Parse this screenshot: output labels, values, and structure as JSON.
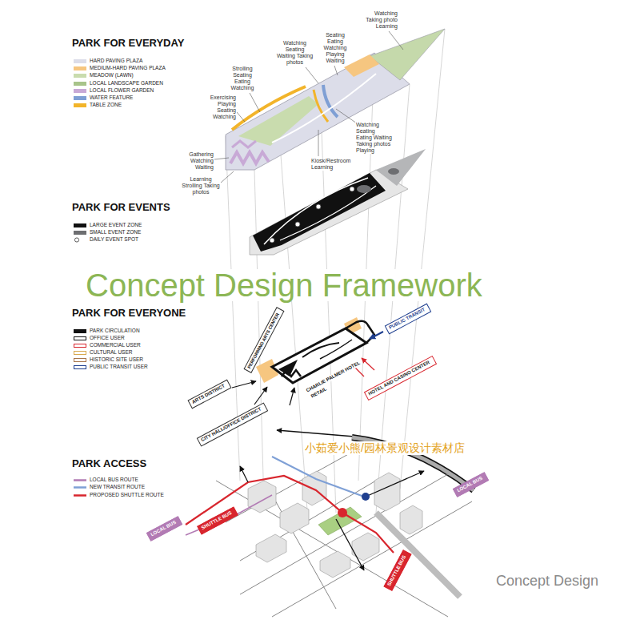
{
  "diagram": {
    "title": "Concept Design Framework",
    "caption": "Concept Design",
    "nodes": [
      {
        "text": [
          "PERFORMING ARTS CENTER"
        ]
      },
      {
        "text": [
          "PUBLIC TRANSIT"
        ]
      },
      {
        "text": [
          "HOTEL AND CASINO CENTER"
        ]
      },
      {
        "text": [
          "ARTS DISTRICT"
        ]
      },
      {
        "text": [
          "CITY HALL/OFFICE DISTRICT"
        ]
      },
      {
        "text": [
          "LOCAL BUS"
        ]
      },
      {
        "text": [
          "SHUTTLE BUS"
        ]
      },
      {
        "text": [
          "LOCAL BUS"
        ]
      },
      {
        "text": [
          "SHUTTLE BUS"
        ]
      }
    ],
    "labels": [
      "PARK FOR EVERYDAY",
      "Watching Taking photo Learning",
      "Seating Eating Watching Playing Waiting",
      "Watching Seating Waiting Taking photos",
      "Strolling Seating Eating Watching",
      "Exercising Playing Seating Watching",
      "Watching Seating Eating Waiting Taking photos Playing",
      "Kiosk/Restroom Learning",
      "Gathering Watching Waiting",
      "Learning Strolling Taking photos",
      "PARK FOR EVENTS",
      "PARK FOR EVERYONE",
      "CHARLIE PALMER HOTEL",
      "RETAIL",
      "PARK ACCESS",
      "小茹爱小熊/园林景观设计素材店"
    ],
    "legend": [
      {
        "text": "HARD PAVING PLAZA",
        "color": "#dcdde9"
      },
      {
        "text": "MEDIUM-HARD PAVING PLAZA",
        "color": "#f6c680"
      },
      {
        "text": "MEADOW (LAWN)",
        "color": "#c9dcae"
      },
      {
        "text": "LOCAL LANDSCAPE GARDEN",
        "color": "#a8c48a"
      },
      {
        "text": "LOCAL FLOWER GARDEN",
        "color": "#c8a9d6"
      },
      {
        "text": "WATER FEATURE",
        "color": "#7f9fd4"
      },
      {
        "text": "TABLE ZONE",
        "color": "#f2b42a"
      },
      {
        "text": "LARGE EVENT ZONE",
        "color": "#111111"
      },
      {
        "text": "SMALL EVENT ZONE",
        "color": "#6d6e71"
      },
      {
        "text": "DAILY EVENT SPOT"
      },
      {
        "text": "PARK CIRCULATION"
      },
      {
        "text": "OFFICE USER"
      },
      {
        "text": "COMMERCIAL USER"
      },
      {
        "text": "CULTURAL USER"
      },
      {
        "text": "HISTORIC SITE USER"
      },
      {
        "text": "PUBLIC TRANSIT USER"
      },
      {
        "text": "LOCAL BUS ROUTE"
      },
      {
        "text": "NEW TRANSIT ROUTE"
      },
      {
        "text": "PROPOSED SHUTTLE ROUTE"
      }
    ]
  }
}
